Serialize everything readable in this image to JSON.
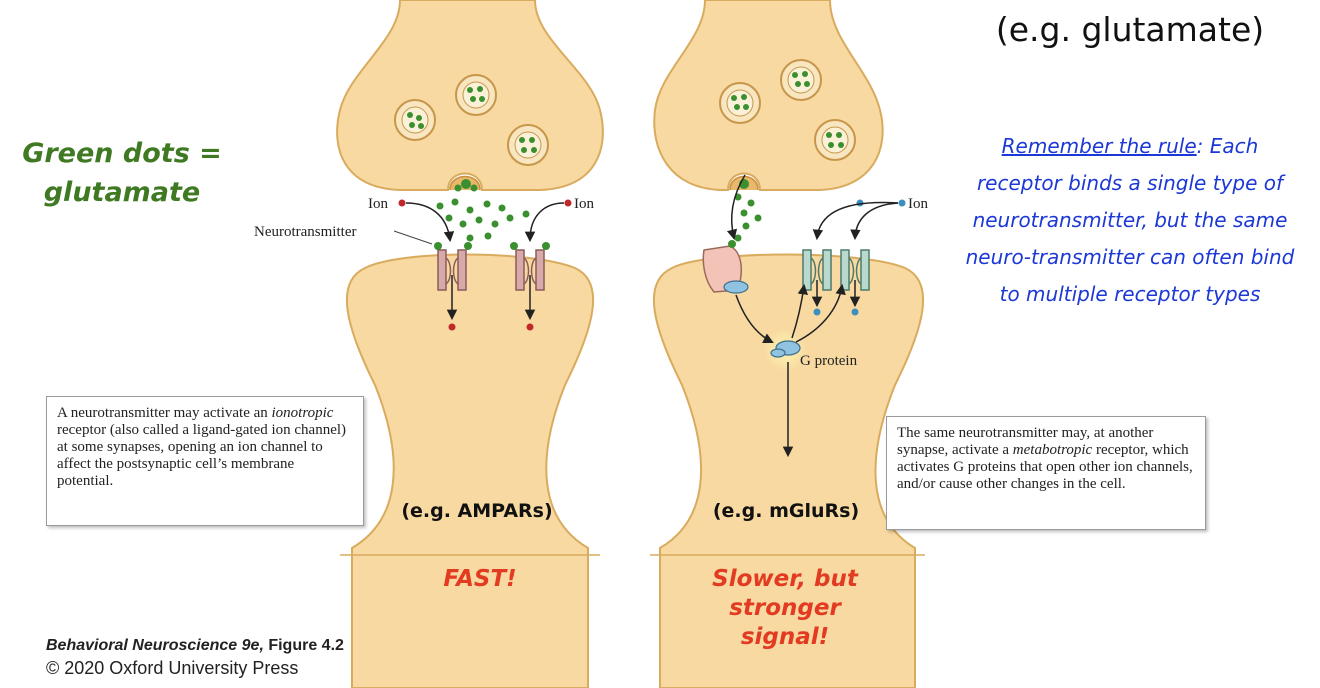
{
  "top_right_example": "(e.g. glutamate)",
  "green_dots_note": [
    "Green dots =",
    "glutamate"
  ],
  "rule": {
    "lead": "Remember the rule",
    "text": ": Each receptor binds a single type of neurotransmitter, but the same neuro-transmitter can often bind to multiple receptor types"
  },
  "labels": {
    "ion_left": "Ion",
    "ion_middle": "Ion",
    "ion_right": "Ion",
    "neurotransmitter": "Neurotransmitter",
    "g_protein": "G protein"
  },
  "left_box": {
    "part1": "A neurotransmitter may activate an ",
    "italic": "ionotropic",
    "part2": " receptor (also called a ligand-gated ion channel) at some synapses, opening an ion channel to affect the postsynaptic cell’s membrane potential."
  },
  "right_box": {
    "part1": "The same neurotransmitter may, at another synapse, activate a ",
    "italic": "metabotropic",
    "part2": " receptor, which activates G proteins that open other ion channels, and/or cause other changes in the cell."
  },
  "receptor_left": "(e.g. AMPARs)",
  "receptor_right": "(e.g. mGluRs)",
  "speed_left": "FAST!",
  "speed_right": [
    "Slower, but",
    "stronger",
    "signal!"
  ],
  "credit": {
    "title": "Behavioral Neuroscience 9e,",
    "figure": " Figure 4.2",
    "copyright": "© 2020 Oxford University Press"
  },
  "colors": {
    "cell_fill": "#f7d9a1",
    "cell_edge": "#d9ab5e",
    "glutamate": "#3a8f2f",
    "ion_red": "#c0282a",
    "ion_blue": "#3c8fbf",
    "note_green": "#3f7a23",
    "rule_blue": "#1c38d6",
    "speed_red": "#e23b22"
  }
}
